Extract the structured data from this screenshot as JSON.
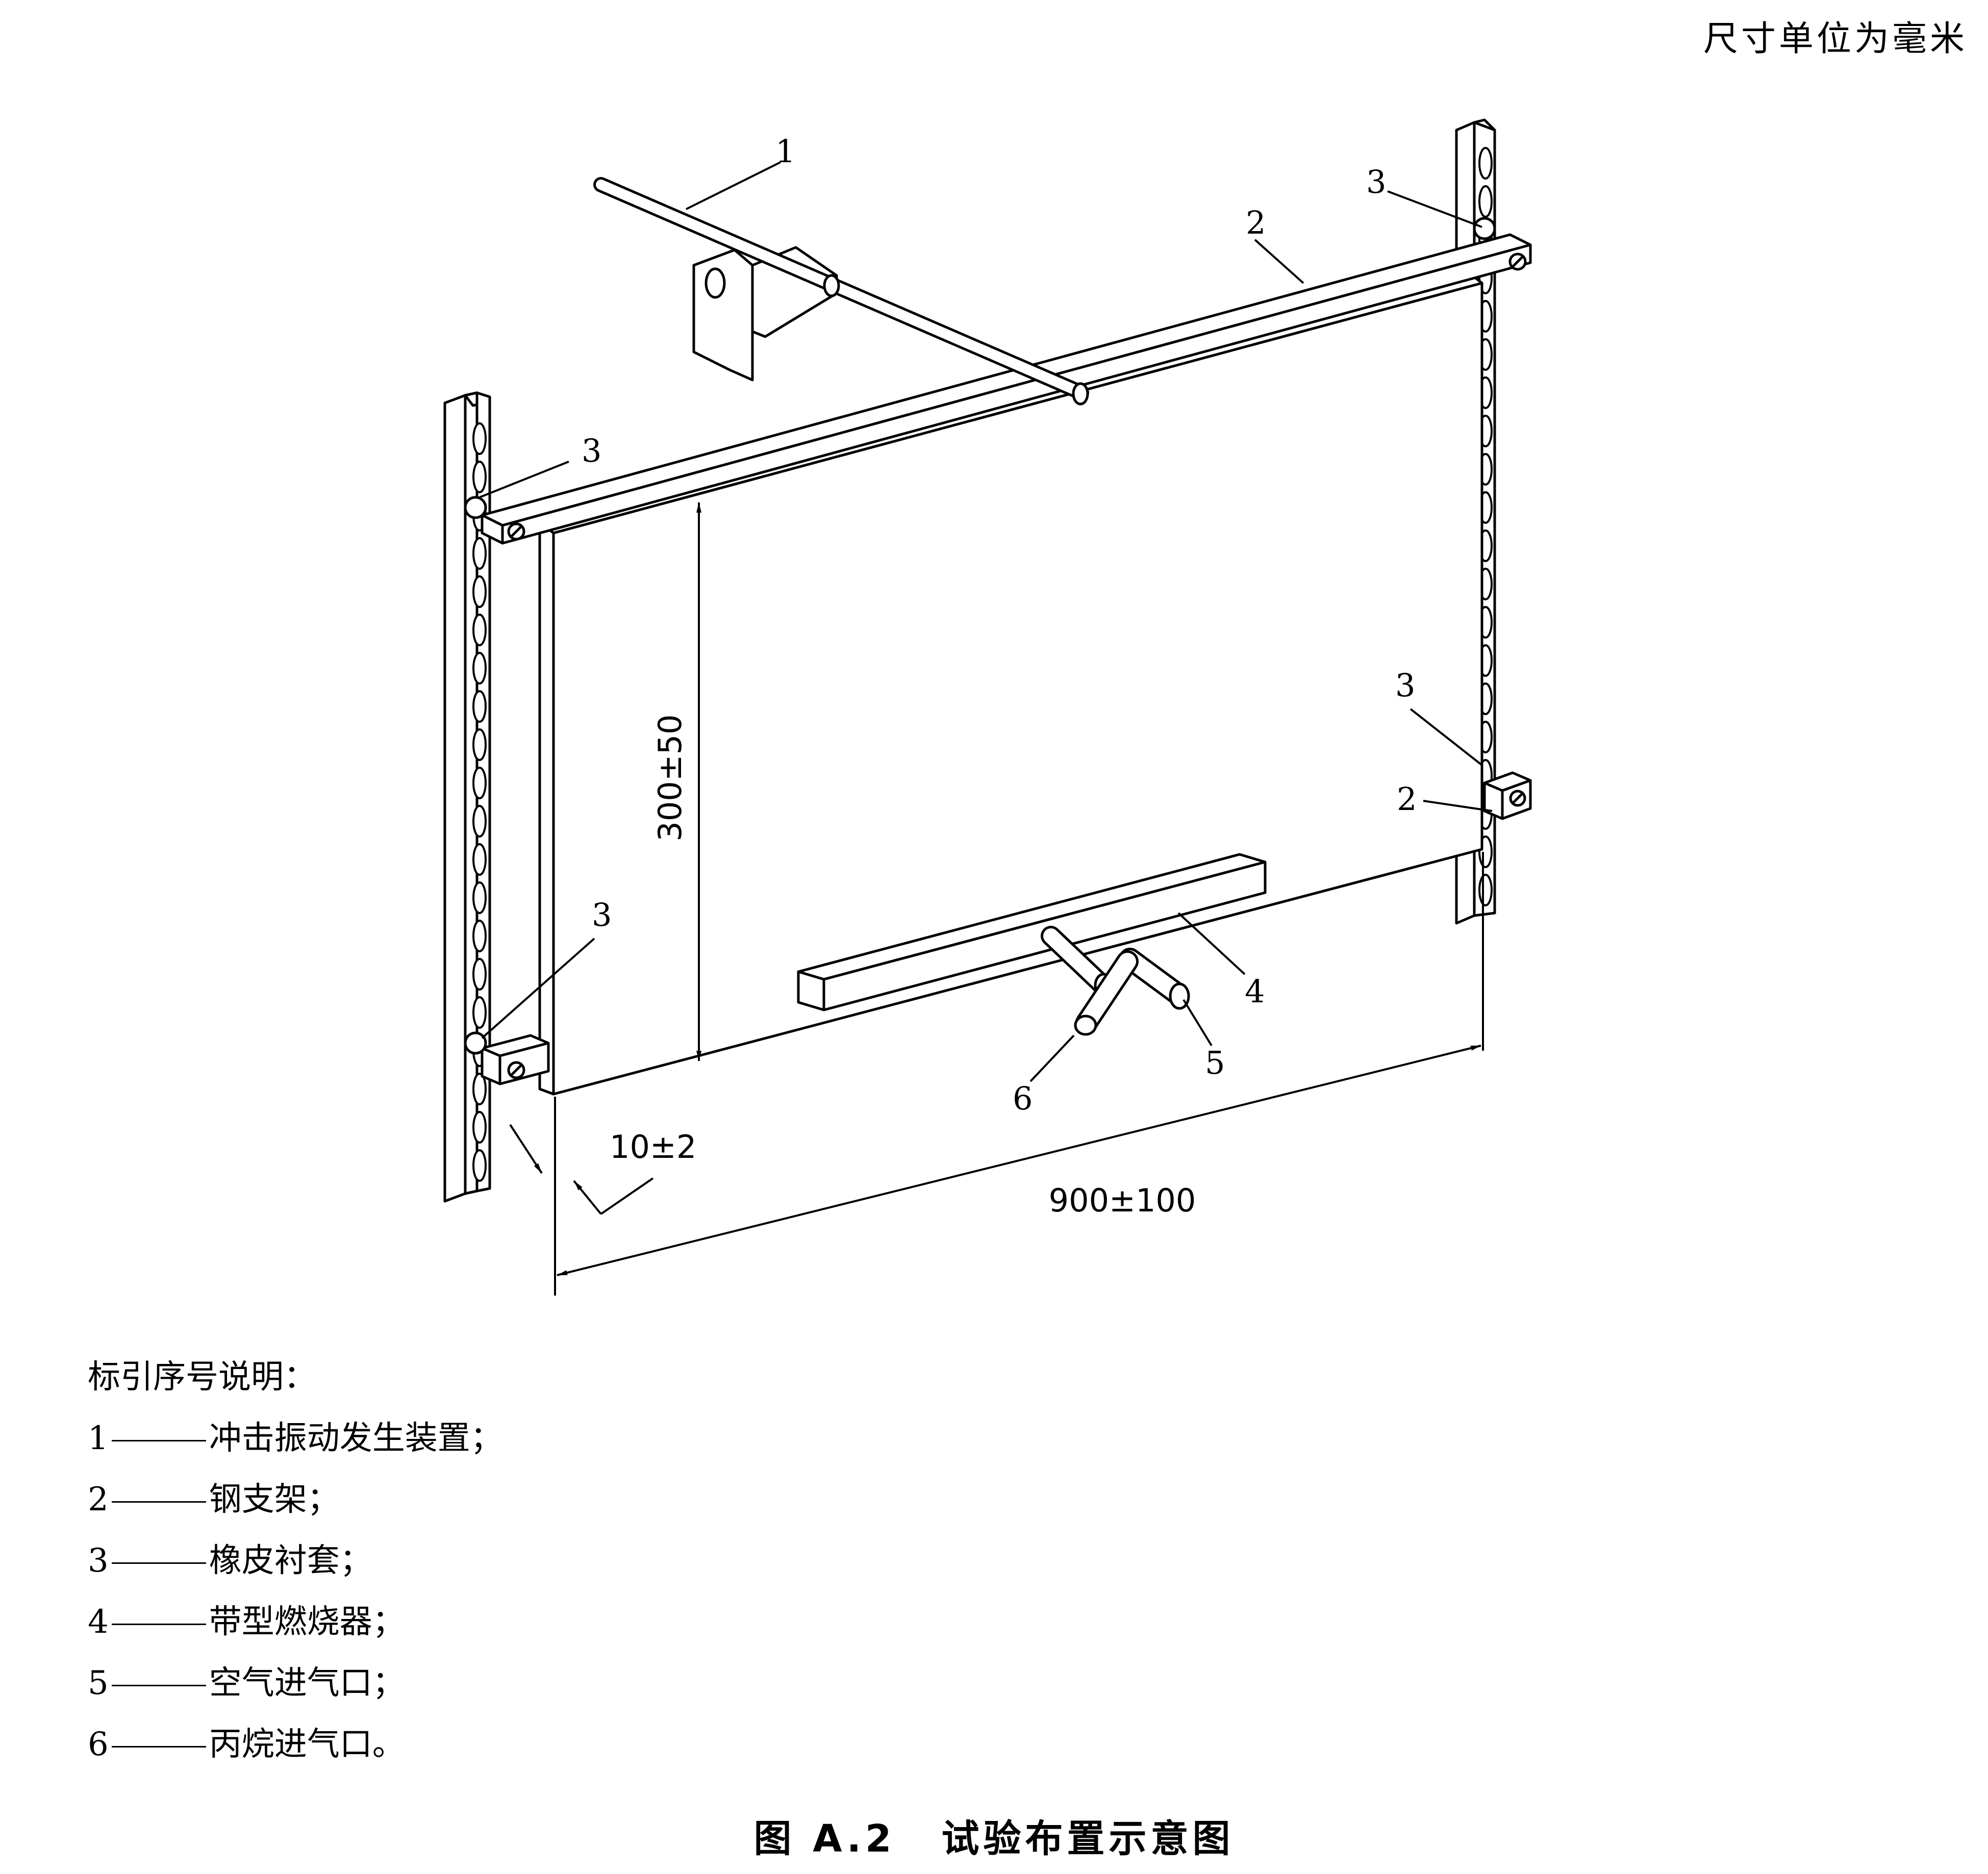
{
  "header": {
    "units_note": "尺寸单位为毫米"
  },
  "callouts": {
    "c1": "1",
    "c2_top": "2",
    "c2_right": "2",
    "c3_top_right": "3",
    "c3_top_left": "3",
    "c3_mid_right": "3",
    "c3_bottom_left": "3",
    "c4": "4",
    "c5": "5",
    "c6": "6"
  },
  "dimensions": {
    "height": "300±50",
    "width": "900±100",
    "gap": "10±2"
  },
  "legend": {
    "title": "标引序号说明：",
    "items": [
      {
        "num": "1",
        "text": "冲击振动发生装置；"
      },
      {
        "num": "2",
        "text": "钢支架；"
      },
      {
        "num": "3",
        "text": "橡皮衬套；"
      },
      {
        "num": "4",
        "text": "带型燃烧器；"
      },
      {
        "num": "5",
        "text": "空气进气口；"
      },
      {
        "num": "6",
        "text": "丙烷进气口。"
      }
    ]
  },
  "caption": {
    "figure_id": "图 A.2",
    "title": "试验布置示意图"
  }
}
